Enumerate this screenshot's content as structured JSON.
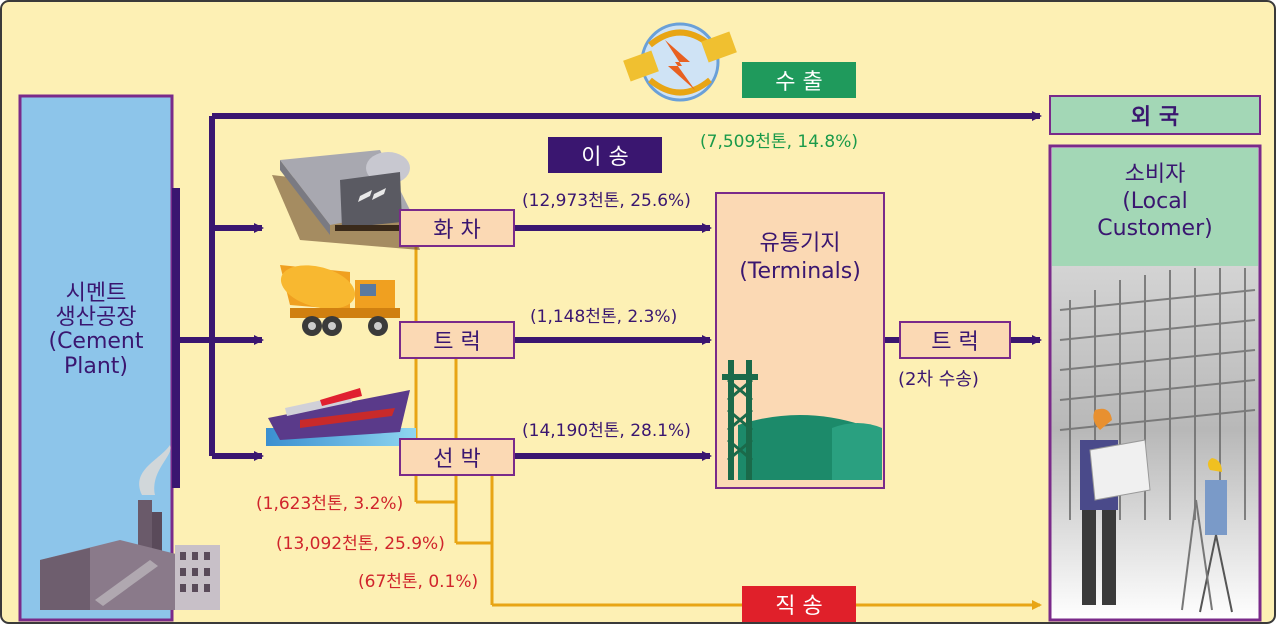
{
  "cement_plant": {
    "line1": "시멘트",
    "line2": "생산공장",
    "line3": "(Cement",
    "line4": "Plant)"
  },
  "modes": {
    "rail": "화  차",
    "truck": "트  럭",
    "ship": "선  박"
  },
  "labels": {
    "export": "수  출",
    "transfer": "이  송",
    "direct": "직  송",
    "foreign": "외  국"
  },
  "terminal": {
    "line1": "유통기지",
    "line2": "(Terminals)"
  },
  "secondary": {
    "truck": "트  럭",
    "note": "(2차 수송)"
  },
  "consumer": {
    "line1": "소비자",
    "line2": "(Local",
    "line3": "Customer)"
  },
  "volumes": {
    "export": "(7,509천톤, 14.8%)",
    "rail": "(12,973천톤, 25.6%)",
    "truck": "(1,148천톤, 2.3%)",
    "ship": "(14,190천톤, 28.1%)",
    "direct_rail": "(1,623천톤, 3.2%)",
    "direct_truck": "(13,092천톤, 25.9%)",
    "direct_ship": "(67천톤, 0.1%)"
  },
  "colors": {
    "background": "#fdf0b4",
    "arrow_purple": "#3a1670",
    "arrow_orange": "#e8a514",
    "plant_blue": "#8dc5ea",
    "terminal_fill": "#fbd9b4",
    "export_green": "#1f9a5c",
    "direct_red": "#e0202a",
    "foreign_green": "#a3d7b6"
  }
}
